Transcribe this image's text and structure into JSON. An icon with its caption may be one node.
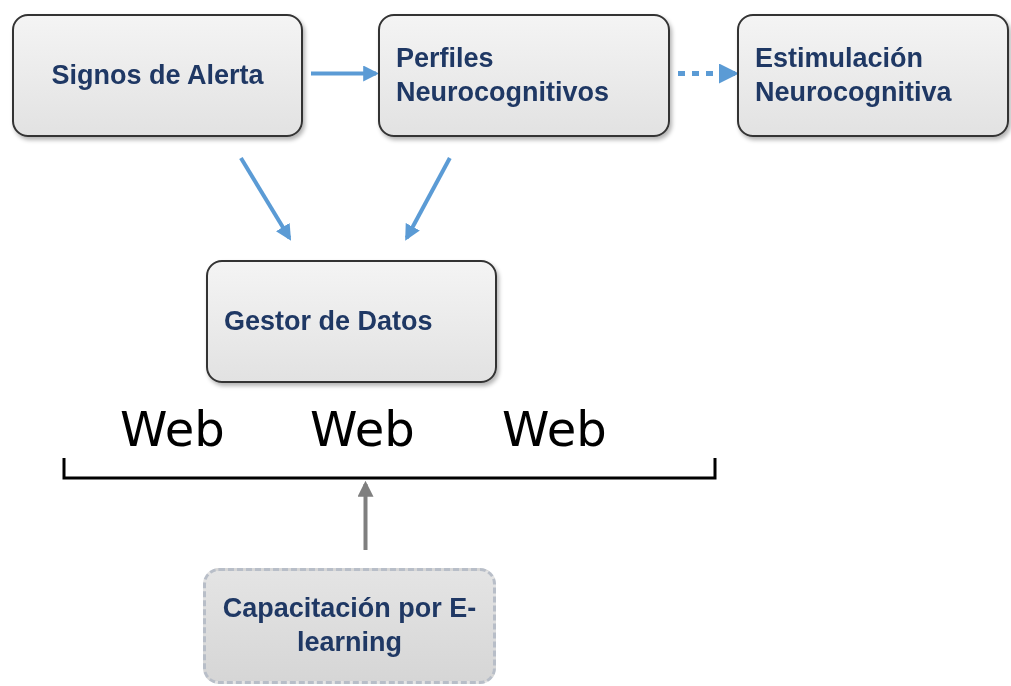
{
  "diagram": {
    "nodes": [
      {
        "text": [
          "Signos de Alerta"
        ]
      },
      {
        "text": [
          "Perfiles Neurocognitivos"
        ]
      },
      {
        "text": [
          "Estimulación Neurocognitiva"
        ]
      },
      {
        "text": [
          "Gestor de Datos"
        ]
      },
      {
        "text": [
          "Web",
          "Web",
          "Web"
        ]
      },
      {
        "text": [
          "Capacitación por E-learning"
        ]
      }
    ],
    "edges": [
      {
        "from": 0,
        "to": 1,
        "arrow": "to"
      },
      {
        "from": 1,
        "to": 2,
        "arrow": "to",
        "style": "dashed"
      },
      {
        "from": 0,
        "to": 3,
        "arrow": "to"
      },
      {
        "from": 1,
        "to": 3,
        "arrow": "to"
      },
      {
        "from": 5,
        "to": 4,
        "arrow": "to",
        "color": "#7f7f7f"
      }
    ]
  }
}
